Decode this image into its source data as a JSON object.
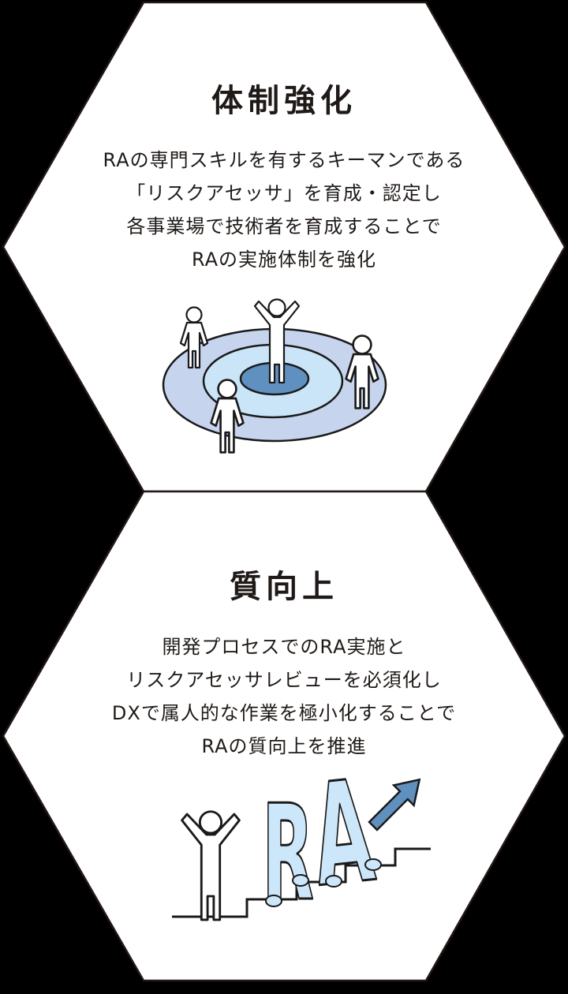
{
  "colors": {
    "background": "#000000",
    "hexagon_fill": "#ffffff",
    "hexagon_border": "#231815",
    "text": "#1f1a17",
    "ring_outer": "#c7d4ed",
    "ring_middle": "#cae5f8",
    "ring_inner": "#6090c0",
    "ra_letter_fill": "#cde7fa",
    "arrow_fill": "#6090bd",
    "figure_fill": "#ffffff",
    "line_outline": "#1a1a1a"
  },
  "hexagons": [
    {
      "title": "体制強化",
      "lines": [
        "RAの専門スキルを有するキーマンである",
        "「リスクアセッサ」を育成・認定し",
        "各事業場で技術者を育成することで",
        "RAの実施体制を強化"
      ],
      "illustration": "people-on-concentric-circles"
    },
    {
      "title": "質向上",
      "lines": [
        "開発プロセスでのRA実施と",
        "リスクアセッサレビューを必須化し",
        "DXで属人的な作業を極小化することで",
        "RAの質向上を推進"
      ],
      "illustration": "ra-letters-climbing-stairs"
    }
  ],
  "stairs_illustration": {
    "letters": [
      "R",
      "A"
    ]
  }
}
